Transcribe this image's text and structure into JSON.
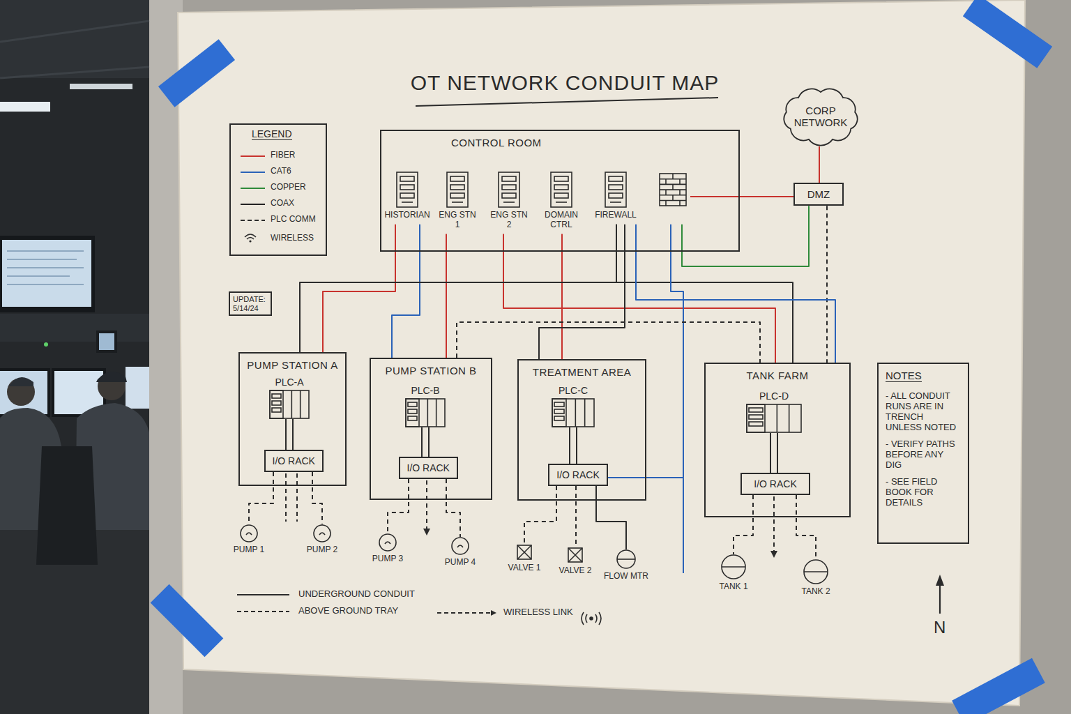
{
  "diagram": {
    "title": "OT NETWORK CONDUIT MAP",
    "nodes": [
      {
        "text": [
          "CONTROL ROOM"
        ]
      },
      {
        "text": [
          "HISTORIAN"
        ],
        "in": 0
      },
      {
        "text": [
          "ENG STN 1"
        ],
        "in": 0
      },
      {
        "text": [
          "ENG STN 2"
        ],
        "in": 0
      },
      {
        "text": [
          "DOMAIN CTRL"
        ],
        "in": 0
      },
      {
        "text": [
          "FIREWALL"
        ],
        "in": 0
      },
      {
        "text": [
          "CORP NETWORK"
        ]
      },
      {
        "text": [
          "DMZ"
        ]
      },
      {
        "text": [
          "UPDATE: 5/14/24"
        ]
      },
      {
        "text": [
          "PUMP STATION A"
        ]
      },
      {
        "text": [
          "PLC-A"
        ],
        "in": 9
      },
      {
        "text": [
          "I/O RACK"
        ],
        "in": 9
      },
      {
        "text": [
          "PUMP STATION B"
        ]
      },
      {
        "text": [
          "PLC-B"
        ],
        "in": 12
      },
      {
        "text": [
          "I/O RACK"
        ],
        "in": 12
      },
      {
        "text": [
          "TREATMENT AREA"
        ]
      },
      {
        "text": [
          "PLC-C"
        ],
        "in": 15
      },
      {
        "text": [
          "I/O RACK"
        ],
        "in": 15
      },
      {
        "text": [
          "TANK FARM"
        ]
      },
      {
        "text": [
          "PLC-D"
        ],
        "in": 18
      },
      {
        "text": [
          "I/O RACK"
        ],
        "in": 18
      },
      {
        "text": [
          "NOTES",
          "- ALL CONDUIT RUNS ARE IN TRENCH UNLESS NOTED",
          "- VERIFY PATHS BEFORE ANY DIG",
          "- SEE FIELD BOOK FOR DETAILS"
        ]
      },
      {
        "text": [
          "PUMP 1"
        ]
      },
      {
        "text": [
          "PUMP 2"
        ]
      },
      {
        "text": [
          "PUMP 3"
        ]
      },
      {
        "text": [
          "PUMP 4"
        ]
      },
      {
        "text": [
          "VALVE 1"
        ]
      },
      {
        "text": [
          "VALVE 2"
        ]
      },
      {
        "text": [
          "FLOW MTR"
        ]
      },
      {
        "text": [
          "TANK 1"
        ]
      },
      {
        "text": [
          "TANK 2"
        ]
      }
    ],
    "edges": [
      {
        "from": 6,
        "to": 7,
        "arrow": "none"
      },
      {
        "from": 5,
        "to": 7,
        "arrow": "none"
      },
      {
        "from": 5,
        "to": 7,
        "arrow": "none"
      },
      {
        "from": 7,
        "to": 18,
        "arrow": "none"
      },
      {
        "from": 1,
        "to": 9,
        "arrow": "none"
      },
      {
        "from": 1,
        "to": 12,
        "arrow": "none"
      },
      {
        "from": 2,
        "to": 12,
        "arrow": "none"
      },
      {
        "from": 3,
        "to": 18,
        "arrow": "none"
      },
      {
        "from": 4,
        "to": 15,
        "arrow": "none"
      },
      {
        "from": 5,
        "to": 9,
        "arrow": "none"
      },
      {
        "from": 5,
        "to": 18,
        "arrow": "none"
      },
      {
        "from": 5,
        "to": 15,
        "arrow": "none"
      },
      {
        "from": 5,
        "to": 18,
        "arrow": "none"
      },
      {
        "from": 5,
        "to": 17,
        "arrow": "none"
      },
      {
        "from": 12,
        "to": 18,
        "arrow": "none"
      },
      {
        "from": 10,
        "to": 11,
        "arrow": "none"
      },
      {
        "from": 11,
        "to": 22,
        "arrow": "none"
      },
      {
        "from": 11,
        "to": 23,
        "arrow": "none"
      },
      {
        "from": 13,
        "to": 14,
        "arrow": "none"
      },
      {
        "from": 14,
        "to": 24,
        "arrow": "none"
      },
      {
        "from": 14,
        "to": 25,
        "arrow": "none"
      },
      {
        "from": 16,
        "to": 17,
        "arrow": "none"
      },
      {
        "from": 17,
        "to": 26,
        "arrow": "none"
      },
      {
        "from": 17,
        "to": 27,
        "arrow": "none"
      },
      {
        "from": 17,
        "to": 28,
        "arrow": "none"
      },
      {
        "from": 19,
        "to": 20,
        "arrow": "none"
      },
      {
        "from": 20,
        "to": 29,
        "arrow": "none"
      },
      {
        "from": 20,
        "to": 30,
        "arrow": "none"
      }
    ],
    "labels": [
      "LEGEND",
      "N"
    ],
    "legend": [
      {
        "text": "FIBER",
        "color": "#c8322d"
      },
      {
        "text": "CAT6",
        "color": "#2a62b8"
      },
      {
        "text": "COPPER",
        "color": "#2f8a3a"
      },
      {
        "text": "COAX",
        "color": "#222222"
      },
      {
        "text": "PLC COMM"
      },
      {
        "text": "WIRELESS"
      },
      {
        "text": "UNDERGROUND CONDUIT"
      },
      {
        "text": "ABOVE GROUND TRAY"
      },
      {
        "text": "WIRELESS LINK"
      }
    ]
  }
}
